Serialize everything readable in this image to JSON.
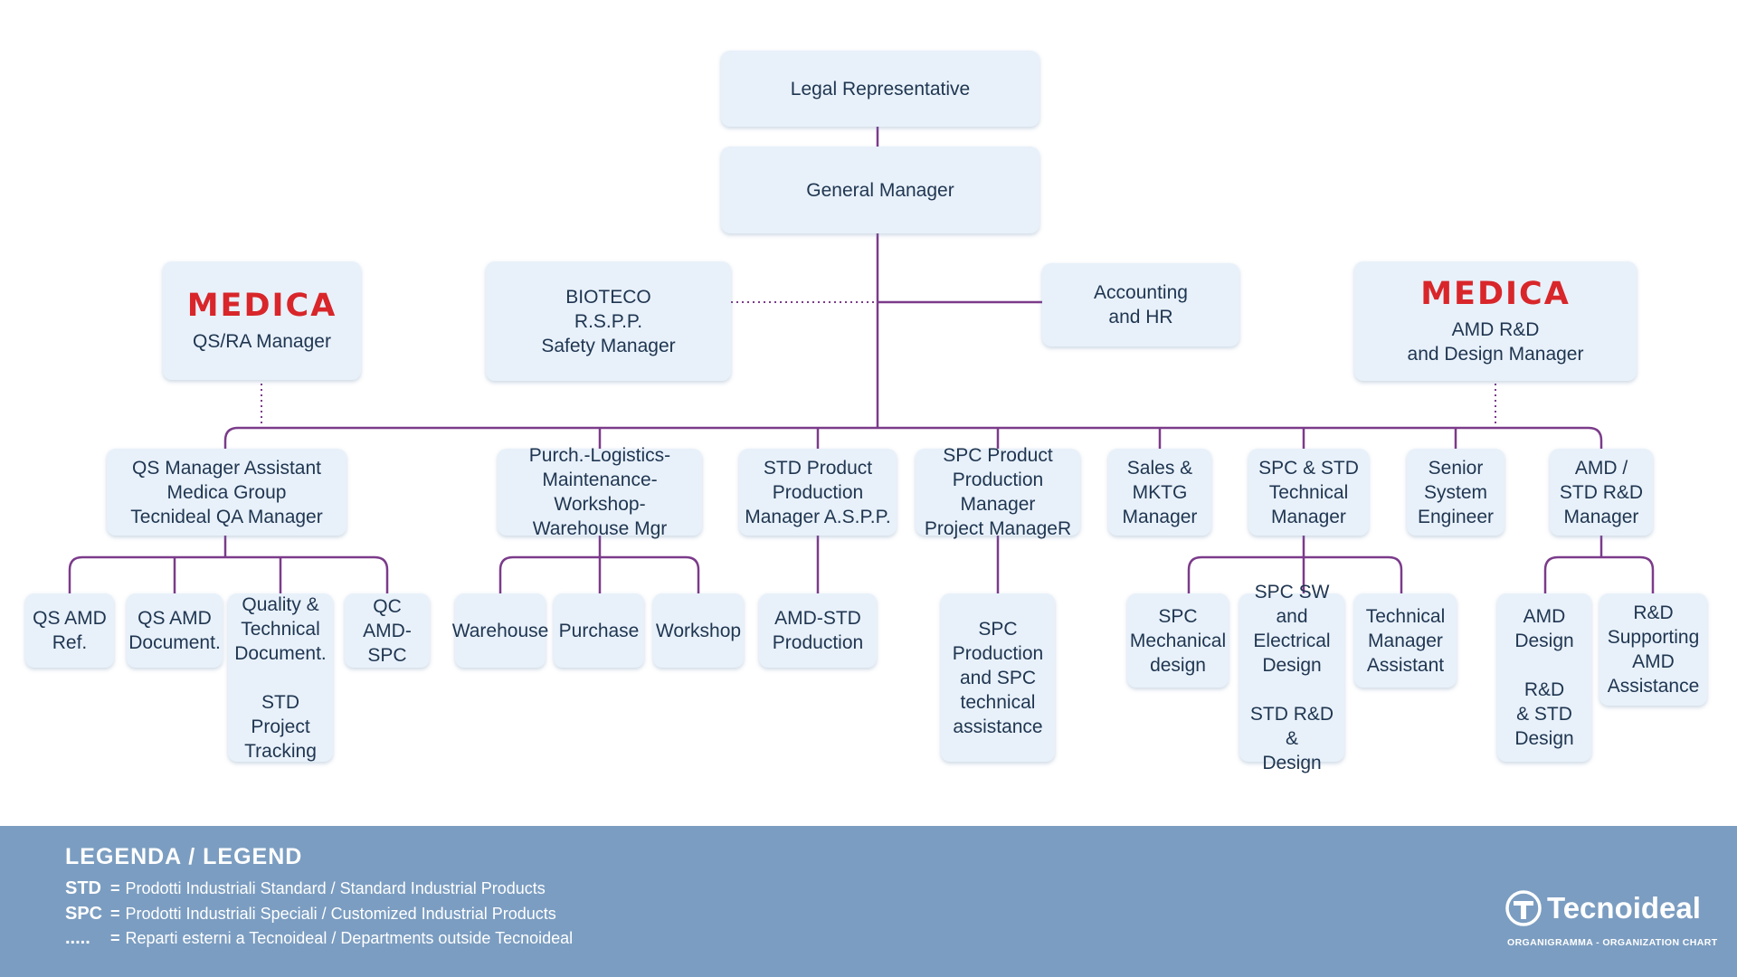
{
  "title": "",
  "nodes": {
    "legal_rep": "Legal Representative",
    "general_manager": "General Manager",
    "medica_brand": "MEDICA",
    "medica_qs_ra": "QS/RA Manager",
    "bioteco": "BIOTECO\nR.S.P.P.\nSafety Manager",
    "accounting_hr": "Accounting\nand HR",
    "medica_amd_rd": "AMD R&D\nand Design Manager",
    "qs_assistant": "QS Manager Assistant\nMedica Group\nTecnideal QA Manager",
    "purch_logistics": "Purch.-Logistics-\nMaintenance-Workshop-\nWarehouse Mgr",
    "std_product": "STD Product\nProduction\nManager A.S.P.P.",
    "spc_product": "SPC Product\nProduction Manager\nProject ManageR",
    "sales_mktg": "Sales &\nMKTG\nManager",
    "spc_std_tech": "SPC & STD\nTechnical\nManager",
    "senior_engineer": "Senior\nSystem\nEngineer",
    "amd_std_rd": "AMD /\nSTD R&D\nManager",
    "qs_amd_ref": "QS AMD\nRef.",
    "qs_amd_doc": "QS AMD\nDocument.",
    "quality_tech_doc": "Quality &\nTechnical\nDocument.\n\nSTD Project\nTracking",
    "qc_amd_spc": "QC\nAMD-SPC",
    "warehouse": "Warehouse",
    "purchase": "Purchase",
    "workshop": "Workshop",
    "amd_std_production": "AMD-STD\nProduction",
    "spc_production": "SPC\nProduction\nand SPC\ntechnical\nassistance",
    "spc_mech_design": "SPC\nMechanical\ndesign",
    "spc_sw_elec": "SPC SW and\nElectrical\nDesign\n\nSTD R&D &\nDesign",
    "tech_mgr_assistant": "Technical\nManager\nAssistant",
    "amd_design": "AMD\nDesign\n\nR&D\n& STD\nDesign",
    "rd_supporting": "R&D\nSupporting\nAMD\nAssistance"
  },
  "colors": {
    "connector": "#7b3b8a",
    "box_fill": "#e8f1fa",
    "medica_red": "#d8262a",
    "legend_bg": "#7b9dc1"
  },
  "legend": {
    "title": "LEGENDA / LEGEND",
    "items": [
      {
        "key": "STD",
        "text": "Prodotti Industriali Standard / Standard Industrial Products"
      },
      {
        "key": "SPC",
        "text": "Prodotti Industriali Speciali / Customized Industrial Products"
      },
      {
        "key": ".....",
        "text": "Reparti esterni a Tecnoideal / Departments outside Tecnoideal"
      }
    ],
    "equals": "="
  },
  "logo": {
    "name": "Tecnoideal",
    "subtitle": "ORGANIGRAMMA - ORGANIZATION CHART",
    "icon": "tecnoideal-logo-icon"
  }
}
